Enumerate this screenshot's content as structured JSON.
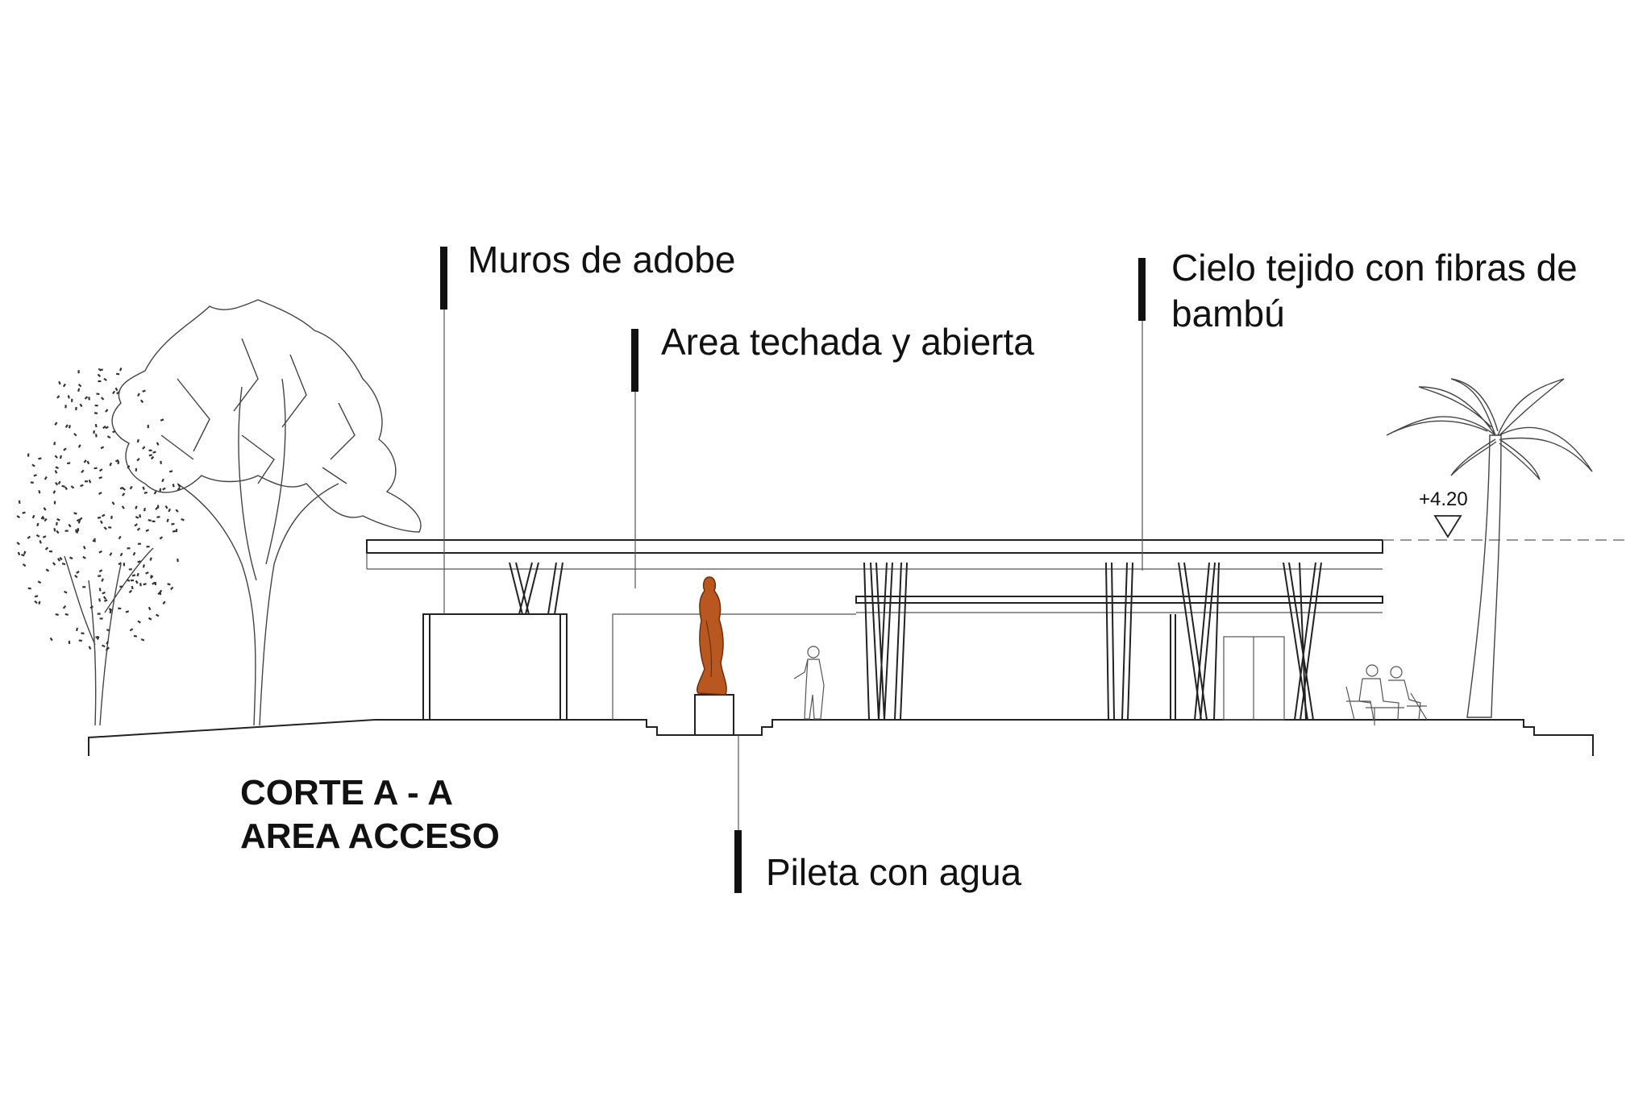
{
  "drawing": {
    "title_line1": "CORTE  A - A",
    "title_line2": "AREA  ACCESO",
    "elevation_mark": "+4.20",
    "accent_color": "#b8571f",
    "line_color": "#222222"
  },
  "annotations": [
    {
      "key": "muros",
      "text": "Muros de adobe"
    },
    {
      "key": "area",
      "text": "Area techada y abierta"
    },
    {
      "key": "cielo_1",
      "text": "Cielo tejido con fibras de"
    },
    {
      "key": "cielo_2",
      "text": "bambú"
    },
    {
      "key": "pileta",
      "text": "Pileta con agua"
    }
  ]
}
